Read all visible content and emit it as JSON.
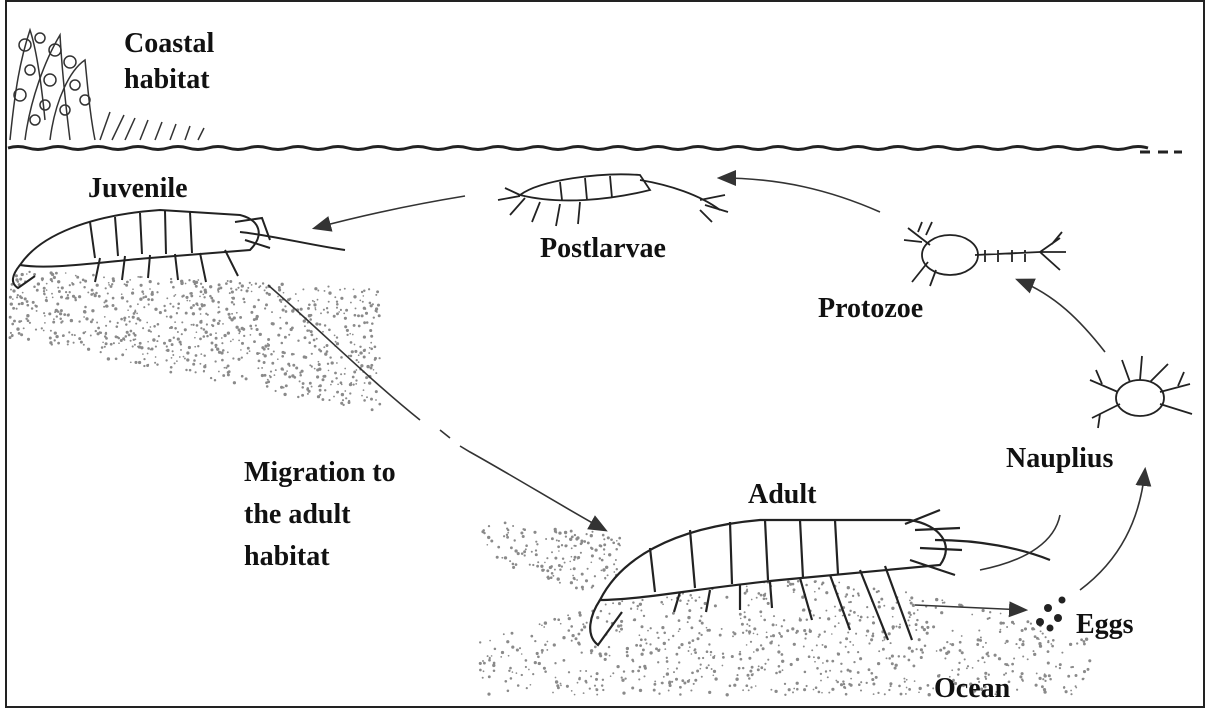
{
  "labels": {
    "coastal_habitat": "Coastal\nhabitat",
    "juvenile": "Juvenile",
    "postlarvae": "Postlarvae",
    "protozoe": "Protozoe",
    "nauplius": "Nauplius",
    "adult": "Adult",
    "eggs": "Eggs",
    "ocean": "Ocean",
    "migration": "Migration to\nthe adult\nhabitat"
  },
  "colors": {
    "ink": "#111111",
    "line": "#444444",
    "sand": "#8a8a8a"
  }
}
